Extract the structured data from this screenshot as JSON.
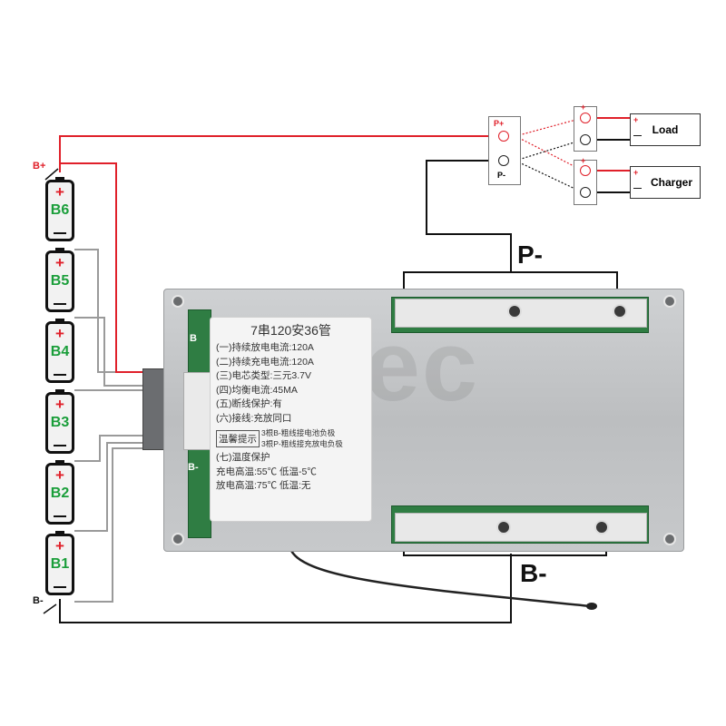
{
  "watermark": "olec",
  "batteries": [
    {
      "name": "B6",
      "plus": "+",
      "minus": "—"
    },
    {
      "name": "B5",
      "plus": "+",
      "minus": "—"
    },
    {
      "name": "B4",
      "plus": "+",
      "minus": "—"
    },
    {
      "name": "B3",
      "plus": "+",
      "minus": "—"
    },
    {
      "name": "B2",
      "plus": "+",
      "minus": "—"
    },
    {
      "name": "B1",
      "plus": "+",
      "minus": "—"
    }
  ],
  "terminals": {
    "b_plus": "B+",
    "b_minus": "B-",
    "p_plus": "P+",
    "p_minus": "P-",
    "plus_sign": "+",
    "minus_sign": "—"
  },
  "devices": {
    "load": "Load",
    "charger": "Charger"
  },
  "board_labels": {
    "p_minus": "P-",
    "b_minus": "B-",
    "b_side_top": "B",
    "b_side_mid": "B-"
  },
  "spec": {
    "title": "7串120安36管",
    "lines": [
      "(一)持续放电电流:120A",
      "(二)持续充电电流:120A",
      "(三)电芯类型:三元3.7V",
      "(四)均衡电流:45MA",
      "(五)断线保护:有",
      "(六)接线:充放同口"
    ],
    "warning_box": "温馨提示",
    "warning_lines": [
      "3根B-粗线接电池负极",
      "3根P-粗线接充放电负极"
    ],
    "temp_title": "(七)温度保护",
    "temp_lines": [
      "充电高温:55℃ 低温-5℃",
      "放电高温:75℃ 低温:无"
    ]
  },
  "colors": {
    "red_wire": "#e0202a",
    "black_wire": "#111111",
    "gray_wire": "#9a9a9a",
    "battery_label": "#1a9e3a"
  }
}
